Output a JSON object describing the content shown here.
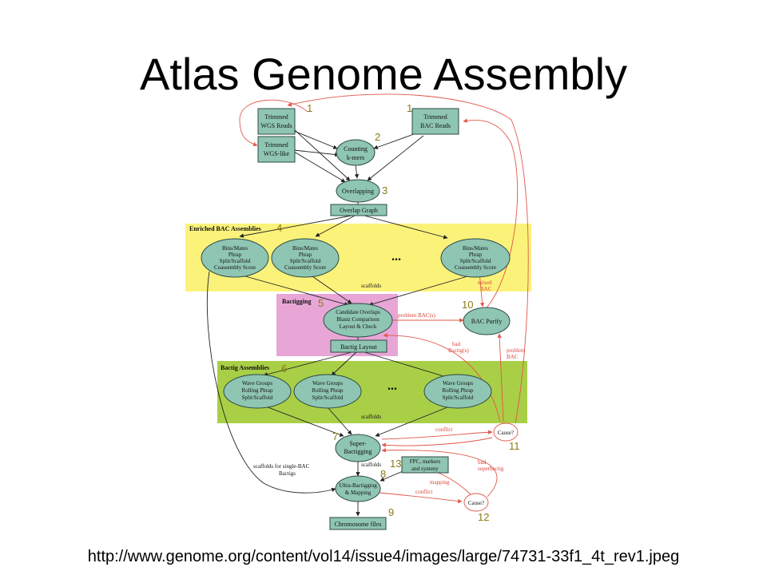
{
  "title": "Atlas Genome Assembly",
  "source_url": "http://www.genome.org/content/vol14/issue4/images/large/74731-33f1_4t_rev1.jpeg",
  "sections": {
    "enriched": "Enriched BAC Assemblies",
    "bactigging": "Bactigging",
    "bactig_assemblies": "Bactig Assemblies"
  },
  "nodes": {
    "wgs_reads": [
      "Trimmed",
      "WGS Reads"
    ],
    "wgs_like": [
      "Trimmed",
      "WGS-like"
    ],
    "bac_reads": [
      "Trimmed",
      "BAC Reads"
    ],
    "counting": [
      "Counting",
      "k-mers"
    ],
    "overlapping": "Overlapping",
    "overlap_graph": "Overlap Graph",
    "bins": [
      "Bins/Mates",
      "Phrap",
      "Split/Scaffold",
      "Coassembly Score"
    ],
    "candidate": [
      "Candidate Overlaps",
      "Blastz Comparison",
      "Layout & Check"
    ],
    "bac_purify": "BAC Purify",
    "bactig_layout": "Bactig Layout",
    "wave": [
      "Wave Groups",
      "Rolling Phrap",
      "Split/Scaffold"
    ],
    "super": [
      "Super-",
      "Bactigging"
    ],
    "fpc": [
      "FPC, markers",
      "and synteny"
    ],
    "ultra": [
      "Ultra-Bactigging",
      "& Mapping"
    ],
    "chromosome": "Chromosome files",
    "cause": "Cause?"
  },
  "ellipsis": "...",
  "edge_labels": {
    "scaffolds": "scaffolds",
    "mixed_bac": [
      "mixed",
      "BAC"
    ],
    "problem_bacs": "problem BAC(s)",
    "bad_bactigs": [
      "bad",
      "Bactig(s)"
    ],
    "problem_bac": [
      "problem",
      "BAC"
    ],
    "conflict": "conflict",
    "single_bac": [
      "scaffolds for single-BAC",
      "Bactigs"
    ],
    "mapping": "mapping",
    "bad_superbactig": [
      "bad",
      "superbactig"
    ]
  },
  "step_numbers": {
    "n1a": "1",
    "n1b": "1",
    "n2": "2",
    "n3": "3",
    "n4": "4",
    "n5": "5",
    "n6": "6",
    "n7": "7",
    "n8": "8",
    "n9": "9",
    "n10": "10",
    "n11": "11",
    "n12": "12",
    "n13": "13"
  },
  "colors": {
    "node_fill": "#8fc5b3",
    "enriched_band": "#fbf27a",
    "bactigging_band": "#e8a6d6",
    "bactig_band": "#a9cf47",
    "red_edge": "#e0574a",
    "step_number": "#8a7a14"
  }
}
